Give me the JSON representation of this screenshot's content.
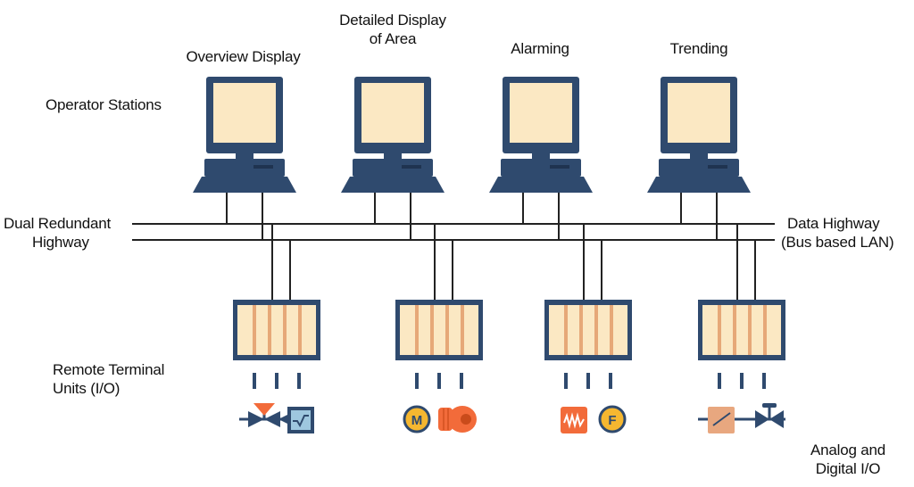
{
  "labels": {
    "operator_stations": "Operator Stations",
    "station_titles": [
      "Overview Display",
      "Detailed Display of Area",
      "Alarming",
      "Trending"
    ],
    "station_title_lines": [
      [
        "Overview Display"
      ],
      [
        "Detailed Display",
        "of Area"
      ],
      [
        "Alarming"
      ],
      [
        "Trending"
      ]
    ],
    "dual_redundant": [
      "Dual Redundant",
      "Highway"
    ],
    "data_highway": [
      "Data Highway",
      "(Bus based LAN)"
    ],
    "rtu": [
      "Remote Terminal",
      "Units (I/O)"
    ],
    "analog_digital": [
      "Analog and",
      "Digital I/O"
    ]
  },
  "icons": {
    "motor_label": "M",
    "flow_label": "F"
  },
  "colors": {
    "monitor_frame": "#2f4a6e",
    "screen": "#fbe8c3",
    "rtu_fill": "#fbe8c3",
    "rtu_bars": "#e6a878",
    "accent_orange": "#f26b3a",
    "yellow": "#f5b730",
    "line": "#222222"
  },
  "sections": {
    "stations": [
      "overview",
      "detailed",
      "alarming",
      "trending"
    ],
    "rtus": [
      "rtu-1",
      "rtu-2",
      "rtu-3",
      "rtu-4"
    ]
  }
}
